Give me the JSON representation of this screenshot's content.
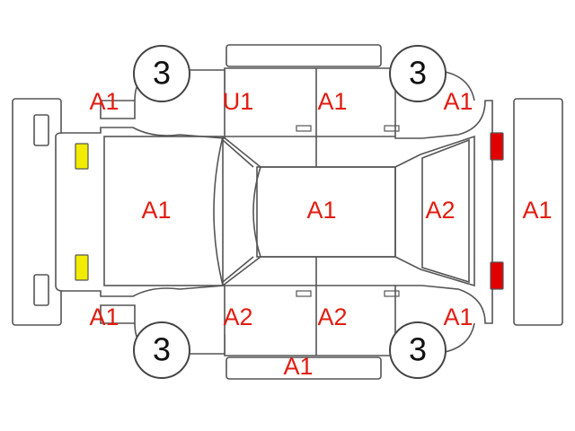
{
  "colors": {
    "label": "#e21c10",
    "outline": "#555555",
    "front_lights": "#f2ec00",
    "rear_lights": "#e00000"
  },
  "wheels": {
    "front_left": "3",
    "rear_left": "3",
    "front_right": "3",
    "rear_right": "3"
  },
  "labels": {
    "fender_front_top": "A1",
    "door_front_top": "U1",
    "door_rear_top": "A1",
    "fender_rear_top": "A1",
    "hood": "A1",
    "roof": "A1",
    "rear_glass": "A2",
    "rear_bumper": "A1",
    "fender_front_bottom": "A1",
    "door_front_bottom": "A2",
    "door_rear_bottom": "A2",
    "fender_rear_bottom": "A1",
    "side_sill_bottom": "A1"
  }
}
